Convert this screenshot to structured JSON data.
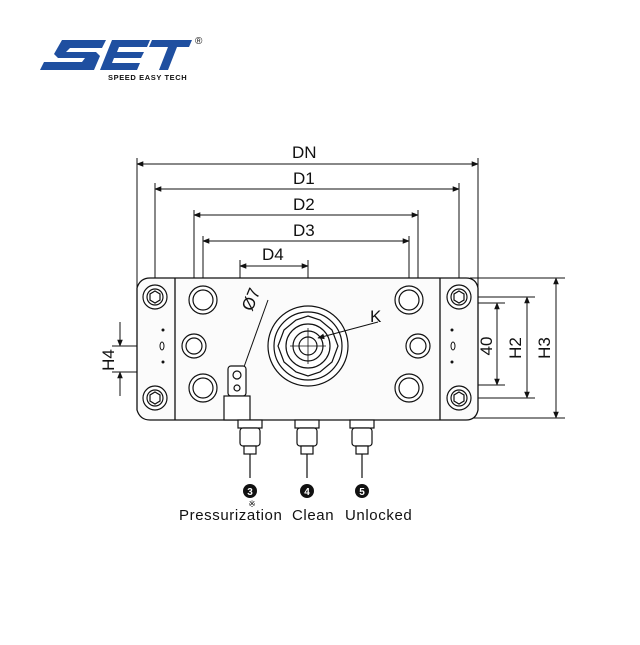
{
  "brand": {
    "logo_text": "SET",
    "registered_mark": "®",
    "tagline": "SPEED EASY TECH",
    "color": "#1f4fa0"
  },
  "dimensions": {
    "dn": "DN",
    "d1": "D1",
    "d2": "D2",
    "d3": "D3",
    "d4": "D4",
    "h2": "H2",
    "h3": "H3",
    "h4": "H4",
    "forty": "40",
    "phi7": "Ø7",
    "k": "K"
  },
  "ports": [
    {
      "number": "3",
      "label": "Pressurization"
    },
    {
      "number": "4",
      "label": "Clean"
    },
    {
      "number": "5",
      "label": "Unlocked"
    }
  ],
  "marker_symbol": "※"
}
